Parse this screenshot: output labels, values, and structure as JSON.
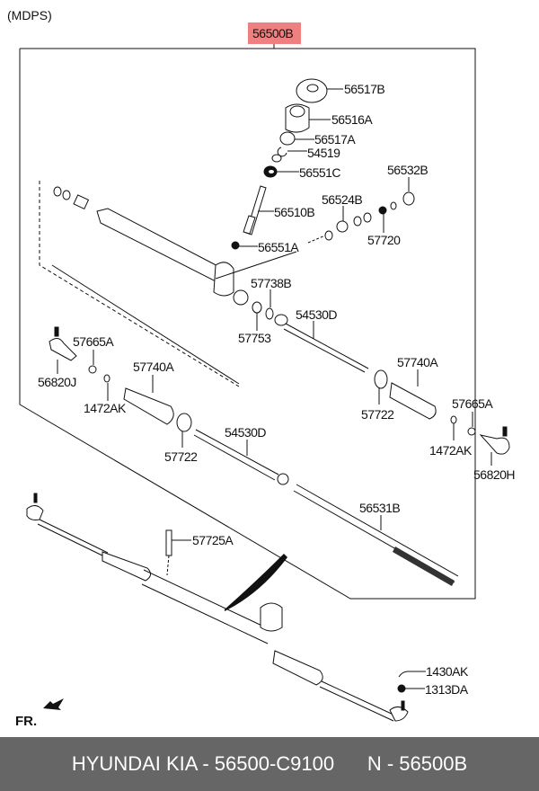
{
  "header": {
    "system_label": "(MDPS)"
  },
  "assembly": {
    "part_number": "56500B",
    "highlight_color": "#f08080"
  },
  "parts": {
    "p56517B": "56517B",
    "p56516A": "56516A",
    "p56517A": "56517A",
    "p54519": "54519",
    "p56551C": "56551C",
    "p56532B": "56532B",
    "p56524B": "56524B",
    "p56510B": "56510B",
    "p57720": "57720",
    "p56551A": "56551A",
    "p57738B": "57738B",
    "p54530D_upper": "54530D",
    "p57753": "57753",
    "p57665A_left": "57665A",
    "p56820J": "56820J",
    "p57740A_left": "57740A",
    "p1472AK_left": "1472AK",
    "p57722_left": "57722",
    "p57740A_right": "57740A",
    "p57722_right": "57722",
    "p57665A_right": "57665A",
    "p1472AK_right": "1472AK",
    "p56820H": "56820H",
    "p54530D_lower": "54530D",
    "p56531B": "56531B",
    "p57725A": "57725A",
    "p1430AK": "1430AK",
    "p1313DA": "1313DA"
  },
  "direction": {
    "label": "FR."
  },
  "footer": {
    "brand": "HYUNDAI KIA - 56500-C9100",
    "ref": "N - 56500B"
  }
}
